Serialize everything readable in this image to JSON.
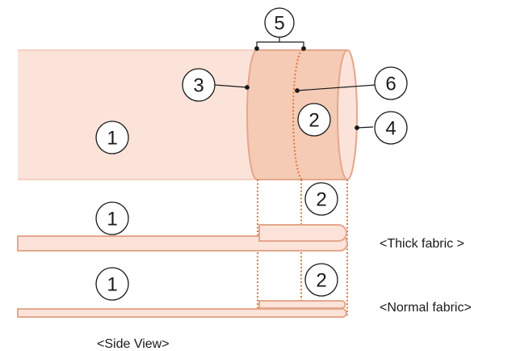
{
  "callouts": {
    "fabric_main_tube": "1",
    "fabric_main_thick": "1",
    "fabric_main_normal": "1",
    "fold_inside": "2",
    "fold_thick": "2",
    "fold_normal": "2",
    "hem_edge": "3",
    "tube_end": "4",
    "hem_width": "5",
    "stitch_line": "6"
  },
  "captions": {
    "thick": "<Thick fabric >",
    "normal": "<Normal fabric>",
    "side_view": "<Side View>"
  },
  "colors": {
    "fabric_fill": "#fbe3d9",
    "hem_fill": "#f5cbb6",
    "fabric_stroke": "#e4a78c",
    "stitch": "#e2773d",
    "ink": "#1a1a1a"
  }
}
